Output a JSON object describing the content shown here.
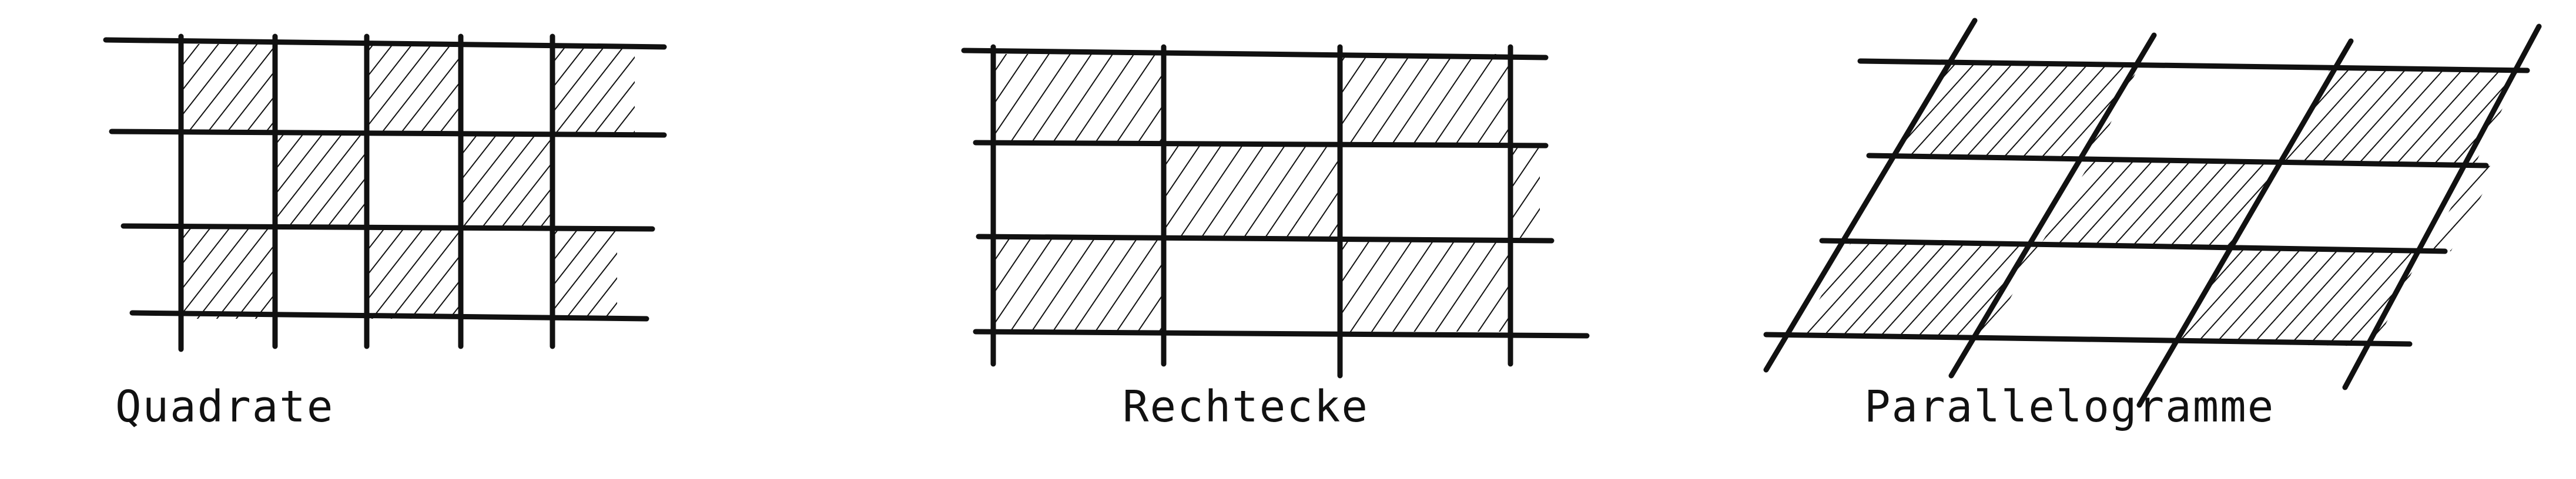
{
  "figures": [
    {
      "id": "squares",
      "caption": "Quadrate"
    },
    {
      "id": "rectangles",
      "caption": "Rechtecke"
    },
    {
      "id": "parallelograms",
      "caption": "Parallelogramme"
    }
  ],
  "colors": {
    "ink": "#111111",
    "background": "#ffffff"
  }
}
